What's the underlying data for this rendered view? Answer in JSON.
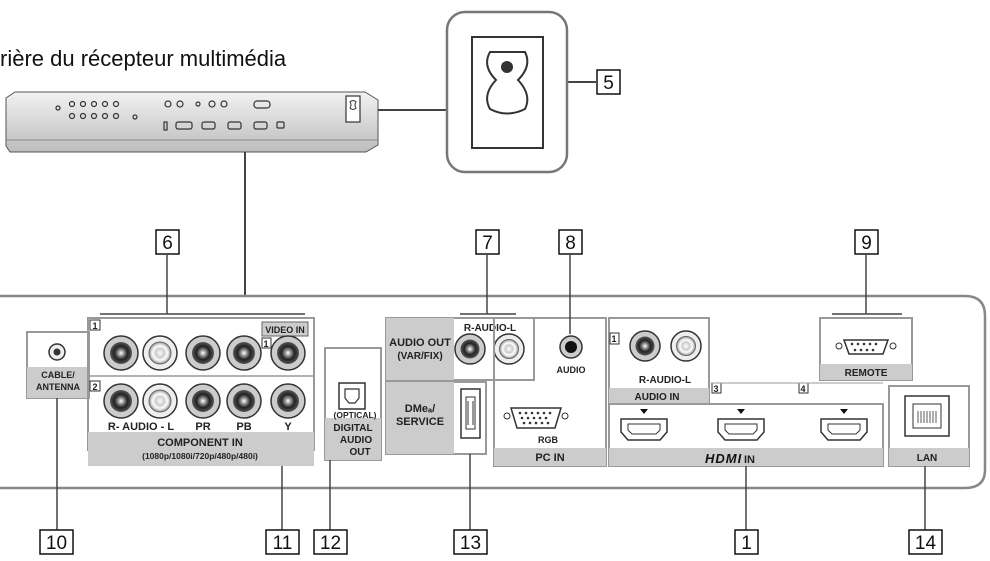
{
  "caption": "rière du récepteur multimédia",
  "callouts": {
    "n1": "1",
    "n5": "5",
    "n6": "6",
    "n7": "7",
    "n8": "8",
    "n9": "9",
    "n10": "10",
    "n11": "11",
    "n12": "12",
    "n13": "13",
    "n14": "14"
  },
  "labels": {
    "cable_antenna_1": "CABLE/",
    "cable_antenna_2": "ANTENNA",
    "video_in": "VIDEO IN",
    "row1": "1",
    "row2": "2",
    "comp_y_in": "1",
    "r_audio_l": "R- AUDIO - L",
    "pr": "PR",
    "pb": "PB",
    "y": "Y",
    "component_in": "COMPONENT IN",
    "component_res": "(1080p/1080i/720p/480p/480i)",
    "optical": "(OPTICAL)",
    "digital_audio_1": "DIGITAL",
    "digital_audio_2": "AUDIO",
    "digital_audio_3": "OUT",
    "audio_out_1": "AUDIO OUT",
    "audio_out_2": "(VAR/FIX)",
    "audio_out_ports": "R-AUDIO-L",
    "dme_1": "DMeₐ/",
    "dme_2": "SERVICE",
    "audio": "AUDIO",
    "rgb": "RGB",
    "pc_in": "PC IN",
    "hdmi_audio_num": "1",
    "hdmi_audio_rl": "R-AUDIO-L",
    "audio_in": "AUDIO IN",
    "hdmi_3": "3",
    "hdmi_4": "4",
    "hdmi_logo": "HDMI",
    "hdmi_in": " IN",
    "remote": "REMOTE",
    "lan": "LAN"
  }
}
